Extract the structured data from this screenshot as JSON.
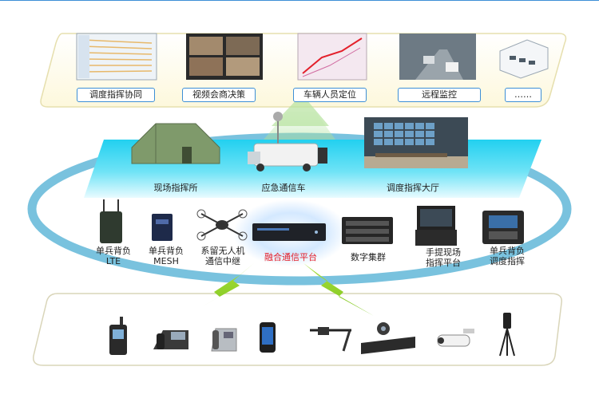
{
  "colors": {
    "accent_line": "#3d8fd6",
    "ellipse_blue": "#62b7d8",
    "cyan_band": "#2ad5f2",
    "highlight_red": "#e3202b",
    "lightning_green": "#8ccd21"
  },
  "top_tier": {
    "items": [
      {
        "label": "调度指挥协同",
        "icon": "map-screenshot-icon"
      },
      {
        "label": "视频会商决策",
        "icon": "video-conference-icon"
      },
      {
        "label": "车辆人员定位",
        "icon": "location-map-icon"
      },
      {
        "label": "远程监控",
        "icon": "traffic-camera-icon"
      },
      {
        "label": "……",
        "icon": "3d-room-icon"
      }
    ]
  },
  "middle_tier": {
    "items": [
      {
        "label": "现场指挥所",
        "icon": "tent-icon"
      },
      {
        "label": "应急通信车",
        "icon": "vehicle-icon"
      },
      {
        "label": "调度指挥大厅",
        "icon": "command-hall-icon"
      }
    ]
  },
  "devices": {
    "items": [
      {
        "lines": [
          "单兵背负",
          "LTE"
        ],
        "icon": "backpack-radio-icon"
      },
      {
        "lines": [
          "单兵背负",
          "MESH"
        ],
        "icon": "mesh-radio-icon"
      },
      {
        "lines": [
          "系留无人机",
          "通信中继"
        ],
        "icon": "drone-icon"
      },
      {
        "lines": [
          "融合通信平台"
        ],
        "icon": "server-icon",
        "highlight": true
      },
      {
        "lines": [
          "数字集群"
        ],
        "icon": "rack-icon"
      },
      {
        "lines": [
          "手提现场",
          "指挥平台"
        ],
        "icon": "portable-case-icon"
      },
      {
        "lines": [
          "单兵背负",
          "调度指挥"
        ],
        "icon": "command-backpack-icon"
      }
    ]
  },
  "terminals": {
    "items": [
      {
        "icon": "walkie-talkie-icon"
      },
      {
        "icon": "desk-phone-icon"
      },
      {
        "icon": "ip-phone-icon"
      },
      {
        "icon": "smartphone-icon"
      },
      {
        "icon": "smart-glasses-icon"
      },
      {
        "icon": "conference-camera-icon"
      },
      {
        "icon": "bullet-camera-icon"
      },
      {
        "icon": "tripod-camera-icon"
      }
    ]
  }
}
